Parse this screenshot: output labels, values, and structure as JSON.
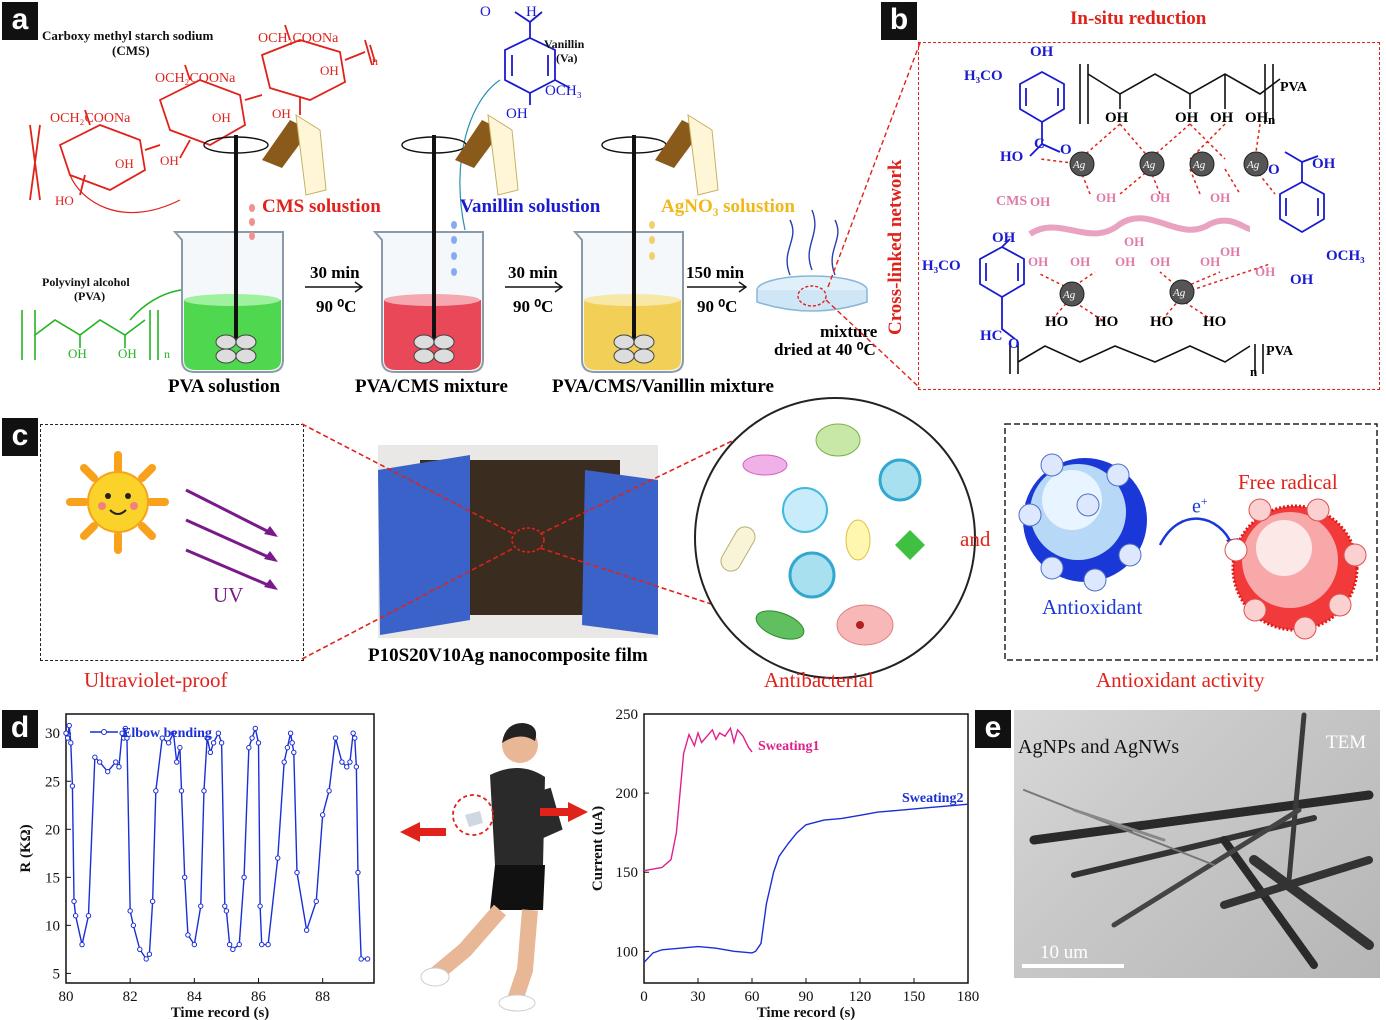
{
  "panels": {
    "a": "a",
    "b": "b",
    "c": "c",
    "d": "d",
    "e": "e"
  },
  "a": {
    "cms_name": "Carboxy methyl starch sodium",
    "cms_abbr": "(CMS)",
    "cms_groups": [
      "OCH₂COONa",
      "OCH₂COONa",
      "OCH₂COONa"
    ],
    "cms_oh": [
      "OH",
      "OH",
      "OH",
      "OH",
      "HO",
      "OH"
    ],
    "cms_n": "n",
    "vanillin_name": "Vanillin",
    "vanillin_abbr": "(Va)",
    "vanillin_cho": "O",
    "vanillin_h": "H",
    "vanillin_oh": "OH",
    "vanillin_och3": "OCH₃",
    "pva_name": "Polyvinyl alcohol",
    "pva_abbr": "(PVA)",
    "pva_oh": [
      "OH",
      "OH"
    ],
    "pva_n": "n",
    "sol_cms": "CMS solustion",
    "sol_van": "Vanillin  solustion",
    "sol_ag": "AgNO₃ solustion",
    "steps": [
      {
        "time": "30 min",
        "temp": "90 ⁰C"
      },
      {
        "time": "30 min",
        "temp": "90 ⁰C"
      },
      {
        "time": "150 min",
        "temp": "90 ⁰C"
      }
    ],
    "beaker_labels": [
      "PVA  solustion",
      "PVA/CMS  mixture",
      "PVA/CMS/Vanillin  mixture"
    ],
    "dish_label_1": "mixture",
    "dish_label_2": "dried at 40 ⁰C"
  },
  "b": {
    "title": "In-situ reduction",
    "side_label": "Cross-linked network",
    "pva_top": "PVA",
    "pva_bottom": "PVA",
    "n_top": "n",
    "n_bottom": "n",
    "h3co_top": "H₃CO",
    "oh_top": "OH",
    "ho_left": "HO",
    "c_left": "C",
    "o_left": "O",
    "cms": "CMS",
    "oh_list": [
      "OH",
      "OH",
      "OH",
      "OH"
    ],
    "ag": "Ag",
    "ho_list": [
      "HO",
      "HO",
      "HO",
      "HO"
    ],
    "h3co_bottom": "H₃CO",
    "oh_mid": "OH",
    "hc": "HC",
    "o_bottom": "O",
    "oh_right_top": "OH",
    "o_right": "O",
    "och3_right": "OCH₃",
    "oh_right_bottom": "OH",
    "mid_oh": [
      "OH",
      "OH",
      "OH",
      "OH",
      "OH",
      "OH",
      "OH",
      "OH",
      "OH",
      "OH",
      "OH",
      "OH"
    ]
  },
  "c": {
    "uv_label": "UV",
    "caption_uv": "Ultraviolet-proof",
    "caption_film": "P10S20V10Ag nanocomposite film",
    "caption_antibac": "Antibacterial",
    "and": "and",
    "electron": "e",
    "electron_sup": "+",
    "free_radical": "Free radical",
    "antioxidant": "Antioxidant",
    "caption_antiox": "Antioxidant activity"
  },
  "d": {
    "left_chart": {
      "legend": "Elbow bending",
      "ylabel": "R (KΩ)",
      "xlabel": "Time record (s)"
    },
    "right_chart": {
      "ylabel": "Current (uA)",
      "xlabel": "Time record (s)",
      "series1": "Sweating1",
      "series2": "Sweating2"
    }
  },
  "e": {
    "label": "AgNPs and AgNWs",
    "tem": "TEM",
    "scale": "10 um"
  },
  "chart_data": [
    {
      "type": "line",
      "title": "",
      "xlabel": "Time record (s)",
      "ylabel": "R (KΩ)",
      "xlim": [
        80,
        89.6
      ],
      "ylim": [
        4,
        32
      ],
      "xticks": [
        80,
        82,
        84,
        86,
        88
      ],
      "yticks": [
        5,
        10,
        15,
        20,
        25,
        30
      ],
      "legend": "top-left",
      "color": "#1a2fd6",
      "series": [
        {
          "name": "Elbow bending",
          "x": [
            80.0,
            80.05,
            80.1,
            80.15,
            80.2,
            80.25,
            80.3,
            80.5,
            80.7,
            80.9,
            81.05,
            81.3,
            81.55,
            81.65,
            81.75,
            81.8,
            81.85,
            81.9,
            82.0,
            82.1,
            82.3,
            82.5,
            82.6,
            82.7,
            82.8,
            83.0,
            83.2,
            83.35,
            83.45,
            83.55,
            83.6,
            83.7,
            83.8,
            84.0,
            84.2,
            84.3,
            84.4,
            84.5,
            84.6,
            84.75,
            84.85,
            84.95,
            85.0,
            85.1,
            85.2,
            85.4,
            85.55,
            85.7,
            85.8,
            85.9,
            86.0,
            86.05,
            86.1,
            86.3,
            86.6,
            86.8,
            86.9,
            87.0,
            87.05,
            87.1,
            87.2,
            87.5,
            87.8,
            88.0,
            88.2,
            88.4,
            88.6,
            88.75,
            88.85,
            88.95,
            89.0,
            89.05,
            89.1,
            89.2,
            89.4
          ],
          "y": [
            30,
            29.5,
            30.8,
            29,
            24.5,
            12.5,
            11,
            8,
            11,
            27.5,
            27,
            26,
            27,
            26.5,
            30,
            29.5,
            30.5,
            29.5,
            11.5,
            10,
            7.5,
            6.5,
            7,
            12.5,
            24,
            29.5,
            29,
            30,
            27,
            28.5,
            24,
            15,
            9,
            8,
            12,
            24,
            29.5,
            28,
            29,
            30,
            29,
            12,
            11.5,
            8,
            7.5,
            8,
            15,
            28.5,
            29.5,
            30.5,
            29,
            12,
            8,
            8,
            17,
            27,
            28.5,
            30,
            29,
            28,
            15.5,
            9.5,
            12.5,
            21.5,
            24,
            29.5,
            27,
            26.5,
            27,
            30,
            29.5,
            26.5,
            15.5,
            6.5,
            6.5
          ]
        }
      ]
    },
    {
      "type": "line",
      "title": "",
      "xlabel": "Time record (s)",
      "ylabel": "Current (uA)",
      "xlim": [
        0,
        180
      ],
      "ylim": [
        80,
        250
      ],
      "xticks": [
        0,
        30,
        60,
        90,
        120,
        150,
        180
      ],
      "yticks": [
        100,
        150,
        200,
        250
      ],
      "series": [
        {
          "name": "Sweating1",
          "color": "#e0208c",
          "x": [
            0,
            5,
            10,
            15,
            18,
            20,
            22,
            25,
            28,
            30,
            32,
            35,
            38,
            40,
            42,
            45,
            48,
            50,
            52,
            55,
            58,
            60
          ],
          "y": [
            151,
            152,
            153,
            158,
            175,
            200,
            225,
            237,
            230,
            238,
            232,
            236,
            240,
            234,
            238,
            236,
            241,
            232,
            240,
            236,
            229,
            226
          ]
        },
        {
          "name": "Sweating2",
          "color": "#1a2fd6",
          "x": [
            0,
            5,
            10,
            20,
            30,
            40,
            50,
            60,
            62,
            65,
            68,
            72,
            75,
            80,
            85,
            90,
            100,
            110,
            120,
            130,
            140,
            150,
            160,
            170,
            180
          ],
          "y": [
            93,
            99,
            101,
            102,
            103,
            102,
            100,
            99,
            100,
            105,
            130,
            150,
            160,
            168,
            175,
            180,
            183,
            184,
            186,
            188,
            189,
            190,
            191,
            192,
            193
          ]
        }
      ]
    }
  ]
}
